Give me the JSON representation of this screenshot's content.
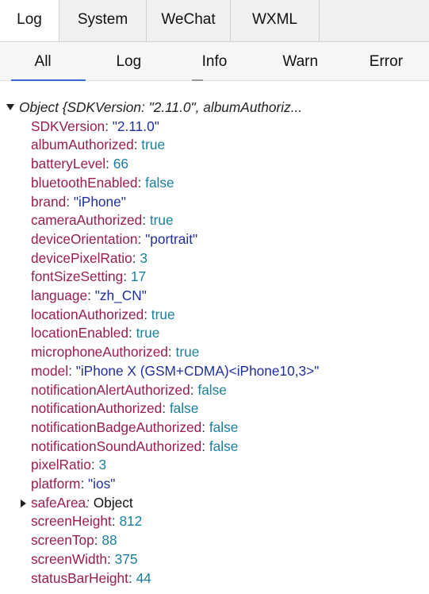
{
  "tabs": [
    "Log",
    "System",
    "WeChat",
    "WXML"
  ],
  "filters": [
    "All",
    "Log",
    "Info",
    "Warn",
    "Error"
  ],
  "object_summary": "Object {SDKVersion: \"2.11.0\", albumAuthoriz...",
  "props": [
    {
      "key": "SDKVersion",
      "value": "\"2.11.0\"",
      "type": "str"
    },
    {
      "key": "albumAuthorized",
      "value": "true",
      "type": "bool"
    },
    {
      "key": "batteryLevel",
      "value": "66",
      "type": "num"
    },
    {
      "key": "bluetoothEnabled",
      "value": "false",
      "type": "bool"
    },
    {
      "key": "brand",
      "value": "\"iPhone\"",
      "type": "str"
    },
    {
      "key": "cameraAuthorized",
      "value": "true",
      "type": "bool"
    },
    {
      "key": "deviceOrientation",
      "value": "\"portrait\"",
      "type": "str"
    },
    {
      "key": "devicePixelRatio",
      "value": "3",
      "type": "num"
    },
    {
      "key": "fontSizeSetting",
      "value": "17",
      "type": "num"
    },
    {
      "key": "language",
      "value": "\"zh_CN\"",
      "type": "str"
    },
    {
      "key": "locationAuthorized",
      "value": "true",
      "type": "bool"
    },
    {
      "key": "locationEnabled",
      "value": "true",
      "type": "bool"
    },
    {
      "key": "microphoneAuthorized",
      "value": "true",
      "type": "bool"
    },
    {
      "key": "model",
      "value": "\"iPhone X (GSM+CDMA)<iPhone10,3>\"",
      "type": "str"
    },
    {
      "key": "notificationAlertAuthorized",
      "value": "false",
      "type": "bool"
    },
    {
      "key": "notificationAuthorized",
      "value": "false",
      "type": "bool"
    },
    {
      "key": "notificationBadgeAuthorized",
      "value": "false",
      "type": "bool"
    },
    {
      "key": "notificationSoundAuthorized",
      "value": "false",
      "type": "bool"
    },
    {
      "key": "pixelRatio",
      "value": "3",
      "type": "num"
    },
    {
      "key": "platform",
      "value": "\"ios\"",
      "type": "str"
    },
    {
      "key": "safeArea",
      "value": "Object",
      "type": "obj",
      "expandable": true
    },
    {
      "key": "screenHeight",
      "value": "812",
      "type": "num"
    },
    {
      "key": "screenTop",
      "value": "88",
      "type": "num"
    },
    {
      "key": "screenWidth",
      "value": "375",
      "type": "num"
    },
    {
      "key": "statusBarHeight",
      "value": "44",
      "type": "num"
    }
  ]
}
